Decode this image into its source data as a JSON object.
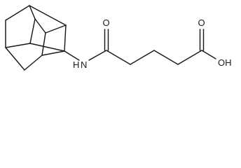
{
  "molecule": {
    "atom_labels": {
      "carbonyl_oxygen": "O",
      "amide_nitrogen": "N",
      "amide_hydrogen": "H",
      "acid_carbonyl_oxygen": "O",
      "acid_hydroxyl": "OH"
    },
    "colors": {
      "bond": "#1a1a1a",
      "background": "#ffffff"
    }
  }
}
